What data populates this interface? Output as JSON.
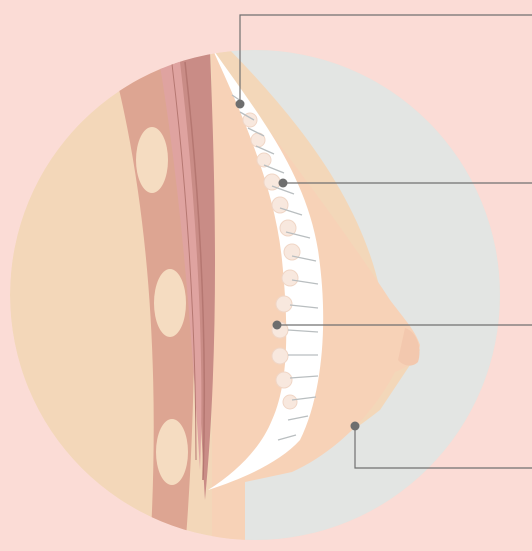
{
  "colors": {
    "background": "#fbdcd6",
    "disc": "#f3d7b9",
    "breast_bg": "#e3e5e3",
    "breast_tissue": "#f7d2b7",
    "rib": "#dda592",
    "rib_spot": "#f5dcc1",
    "muscle": "#c98c86",
    "muscle_light": "#dfa3a0",
    "fat_layer": "#ffffff",
    "ligament": "#b9bec0",
    "lobule": "#f8e8de",
    "leader": "#707070"
  },
  "callouts": [
    {
      "id": "callout-1",
      "icon": "dot-marker"
    },
    {
      "id": "callout-2",
      "icon": "dot-marker"
    },
    {
      "id": "callout-3",
      "icon": "dot-marker"
    },
    {
      "id": "callout-4",
      "icon": "dot-marker"
    }
  ]
}
